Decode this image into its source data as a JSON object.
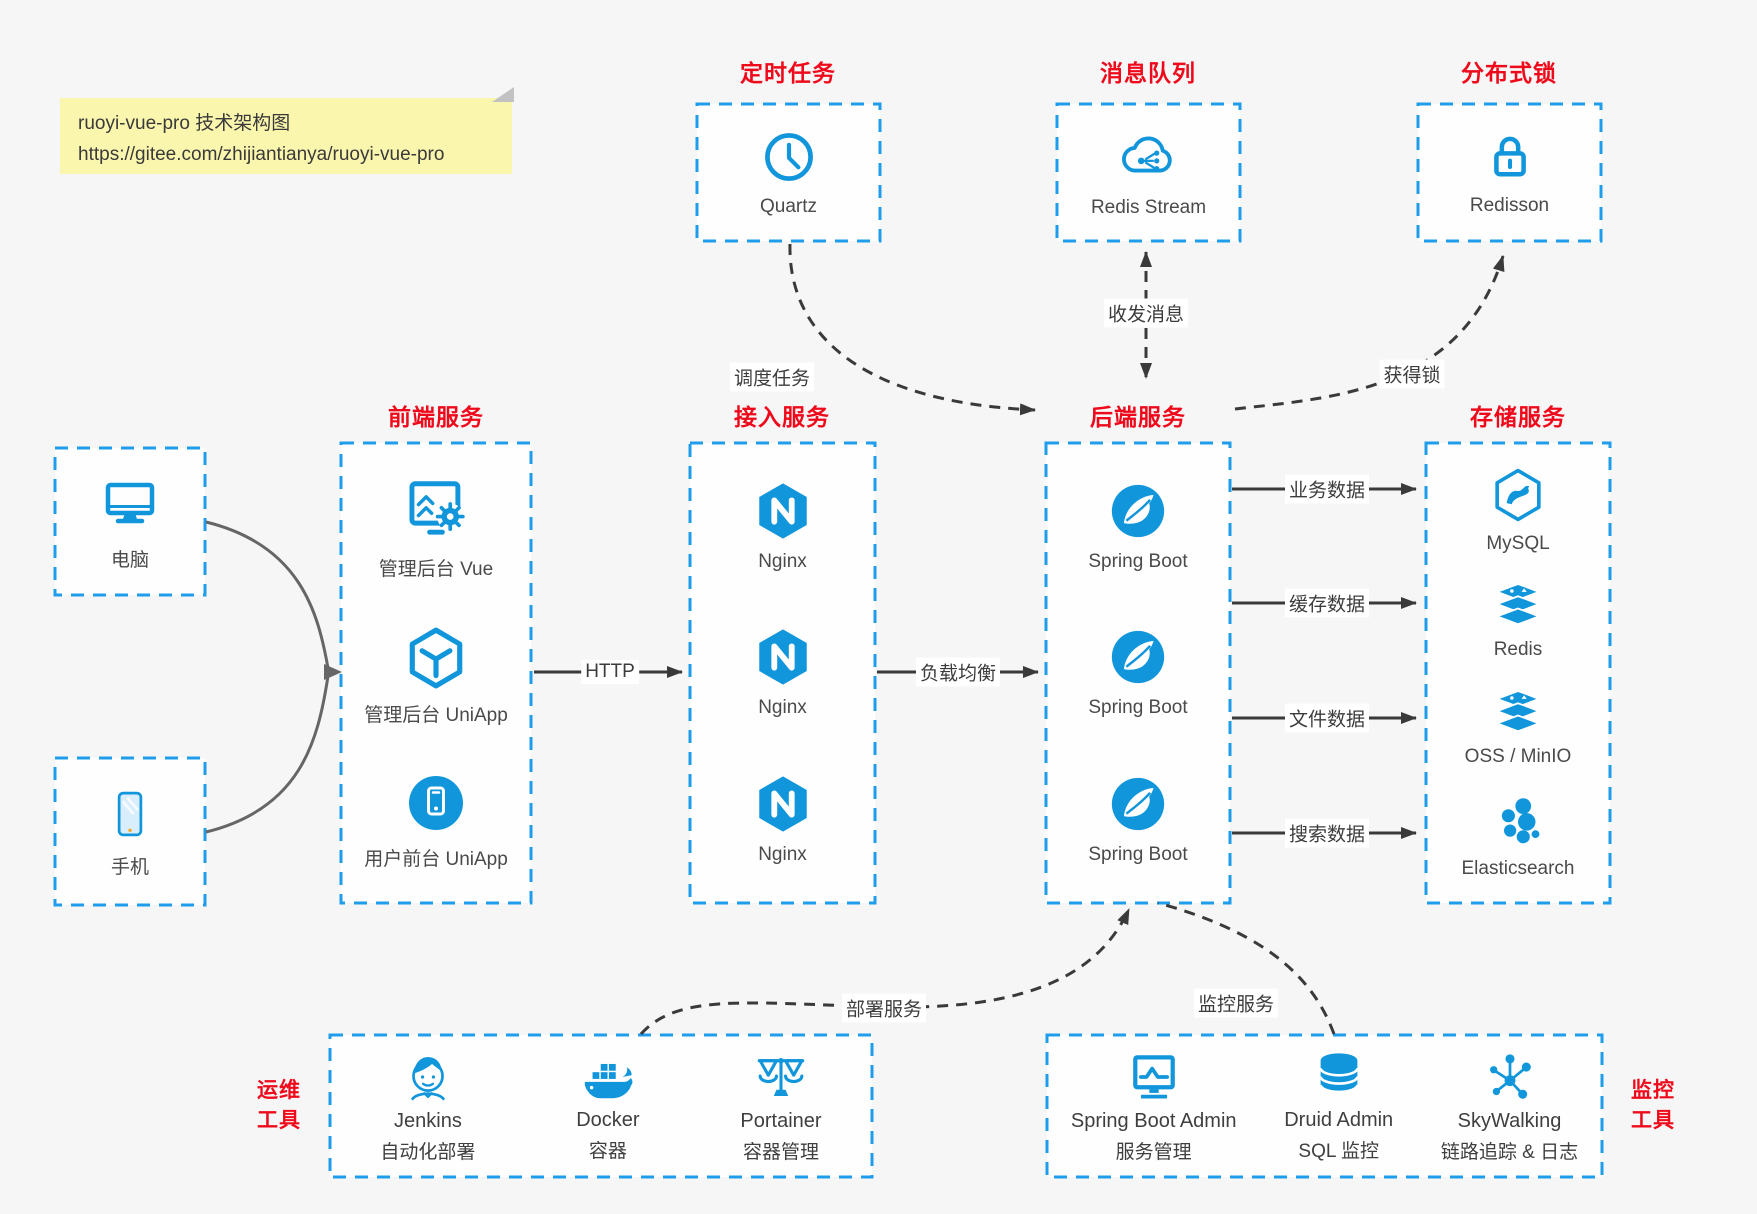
{
  "note": {
    "line1": "ruoyi-vue-pro 技术架构图",
    "line2": "https://gitee.com/zhijiantianya/ruoyi-vue-pro"
  },
  "top_groups": [
    {
      "label": "定时任务",
      "item": "Quartz"
    },
    {
      "label": "消息队列",
      "item": "Redis Stream"
    },
    {
      "label": "分布式锁",
      "item": "Redisson"
    }
  ],
  "clients": [
    {
      "label": "电脑"
    },
    {
      "label": "手机"
    }
  ],
  "columns": [
    {
      "label": "前端服务",
      "items": [
        "管理后台 Vue",
        "管理后台 UniApp",
        "用户前台 UniApp"
      ]
    },
    {
      "label": "接入服务",
      "items": [
        "Nginx",
        "Nginx",
        "Nginx"
      ]
    },
    {
      "label": "后端服务",
      "items": [
        "Spring Boot",
        "Spring Boot",
        "Spring Boot"
      ]
    },
    {
      "label": "存储服务",
      "items": [
        "MySQL",
        "Redis",
        "OSS / MinIO",
        "Elasticsearch"
      ]
    }
  ],
  "edges": {
    "http": "HTTP",
    "load_balance": "负载均衡",
    "schedule": "调度任务",
    "message": "收发消息",
    "lock": "获得锁",
    "business": "业务数据",
    "cache": "缓存数据",
    "file": "文件数据",
    "search": "搜索数据",
    "deploy": "部署服务",
    "monitor": "监控服务"
  },
  "bottom_groups": [
    {
      "label": "运维工具",
      "items": [
        {
          "name": "Jenkins",
          "desc": "自动化部署"
        },
        {
          "name": "Docker",
          "desc": "容器"
        },
        {
          "name": "Portainer",
          "desc": "容器管理"
        }
      ]
    },
    {
      "label": "监控工具",
      "items": [
        {
          "name": "Spring Boot Admin",
          "desc": "服务管理"
        },
        {
          "name": "Druid Admin",
          "desc": "SQL 监控"
        },
        {
          "name": "SkyWalking",
          "desc": "链路追踪 & 日志"
        }
      ]
    }
  ],
  "colors": {
    "accent_blue": "#1296db",
    "border_blue": "#1f9ceb",
    "label_red": "#ee0a1b",
    "note_bg": "#fbf6ae",
    "background": "#f6f6f6",
    "arrow_dark": "#3a3a3a",
    "arrow_gray": "#666666"
  }
}
